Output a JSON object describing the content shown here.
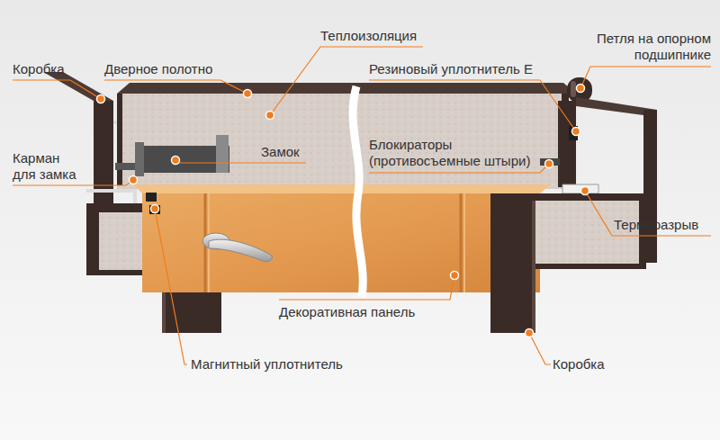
{
  "diagram": {
    "labels": [
      "Коробка",
      "Дверное полотно",
      "Теплоизоляция",
      "Петля на опорном подшипнике",
      "Резиновый уплотнитель E",
      "Замок",
      "Блокираторы (противосъемные штыри)",
      "Карман для замка",
      "Терморазрыв",
      "Декоративная панель",
      "Магнитный уплотнитель",
      "Коробка"
    ]
  }
}
